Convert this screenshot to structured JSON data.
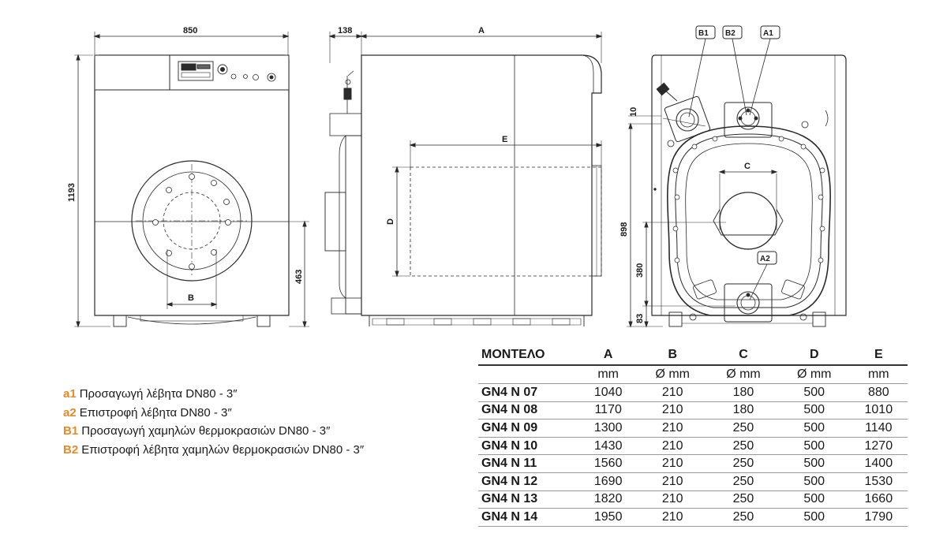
{
  "drawing": {
    "front": {
      "width": "850",
      "height": "1193",
      "burner_height": "463",
      "dim_b": "B"
    },
    "side": {
      "offset": "138",
      "dim_a": "A",
      "dim_e": "E",
      "dim_d": "D"
    },
    "rear": {
      "labels": [
        "B1",
        "B2",
        "A1",
        "A2"
      ],
      "dim_c": "C",
      "dims": [
        "10",
        "898",
        "380",
        "83"
      ]
    }
  },
  "legend": [
    {
      "code": "a1",
      "text": "Προσαγωγή λέβητα DN80 - 3″"
    },
    {
      "code": "a2",
      "text": "Επιστροφή λέβητα DN80 - 3″"
    },
    {
      "code": "B1",
      "text": "Προσαγωγή χαμηλών θερμοκρασιών DN80 - 3″"
    },
    {
      "code": "B2",
      "text": "Επιστροφή λέβητα χαμηλών θερμοκρασιών DN80 - 3″"
    }
  ],
  "table": {
    "headers": [
      "ΜΟΝΤΕΛΟ",
      "A",
      "B",
      "C",
      "D",
      "E"
    ],
    "units": [
      "",
      "mm",
      "Ø mm",
      "Ø mm",
      "Ø mm",
      "mm"
    ],
    "rows": [
      [
        "GN4 N 07",
        "1040",
        "210",
        "180",
        "500",
        "880"
      ],
      [
        "GN4 N 08",
        "1170",
        "210",
        "180",
        "500",
        "1010"
      ],
      [
        "GN4 N 09",
        "1300",
        "210",
        "250",
        "500",
        "1140"
      ],
      [
        "GN4 N 10",
        "1430",
        "210",
        "250",
        "500",
        "1270"
      ],
      [
        "GN4 N 11",
        "1560",
        "210",
        "250",
        "500",
        "1400"
      ],
      [
        "GN4 N 12",
        "1690",
        "210",
        "250",
        "500",
        "1530"
      ],
      [
        "GN4 N 13",
        "1820",
        "210",
        "250",
        "500",
        "1660"
      ],
      [
        "GN4 N 14",
        "1950",
        "210",
        "250",
        "500",
        "1790"
      ]
    ]
  }
}
